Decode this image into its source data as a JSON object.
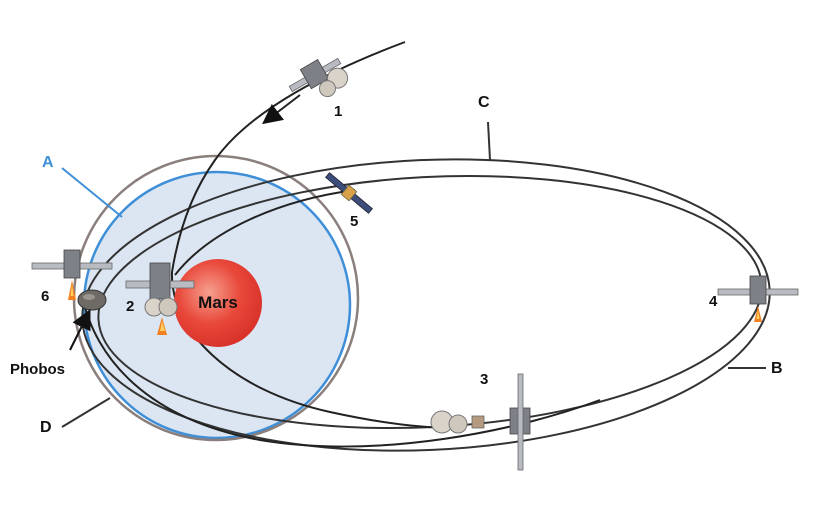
{
  "planet": {
    "name": "Mars",
    "color": "#e8483a"
  },
  "moon": {
    "name": "Phobos"
  },
  "orbits": {
    "A": {
      "label": "A",
      "color": "#3f8fd8",
      "fill": "#dce6f2"
    },
    "B": {
      "label": "B"
    },
    "C": {
      "label": "C"
    },
    "D": {
      "label": "D",
      "color": "#8a7f7d"
    }
  },
  "stages": [
    {
      "label": "1"
    },
    {
      "label": "2"
    },
    {
      "label": "3"
    },
    {
      "label": "4"
    },
    {
      "label": "5"
    },
    {
      "label": "6"
    }
  ],
  "colors": {
    "trajectory": "#222222",
    "orbit_a_label": "#3f8fd8",
    "engine_flame": "#f08020"
  }
}
